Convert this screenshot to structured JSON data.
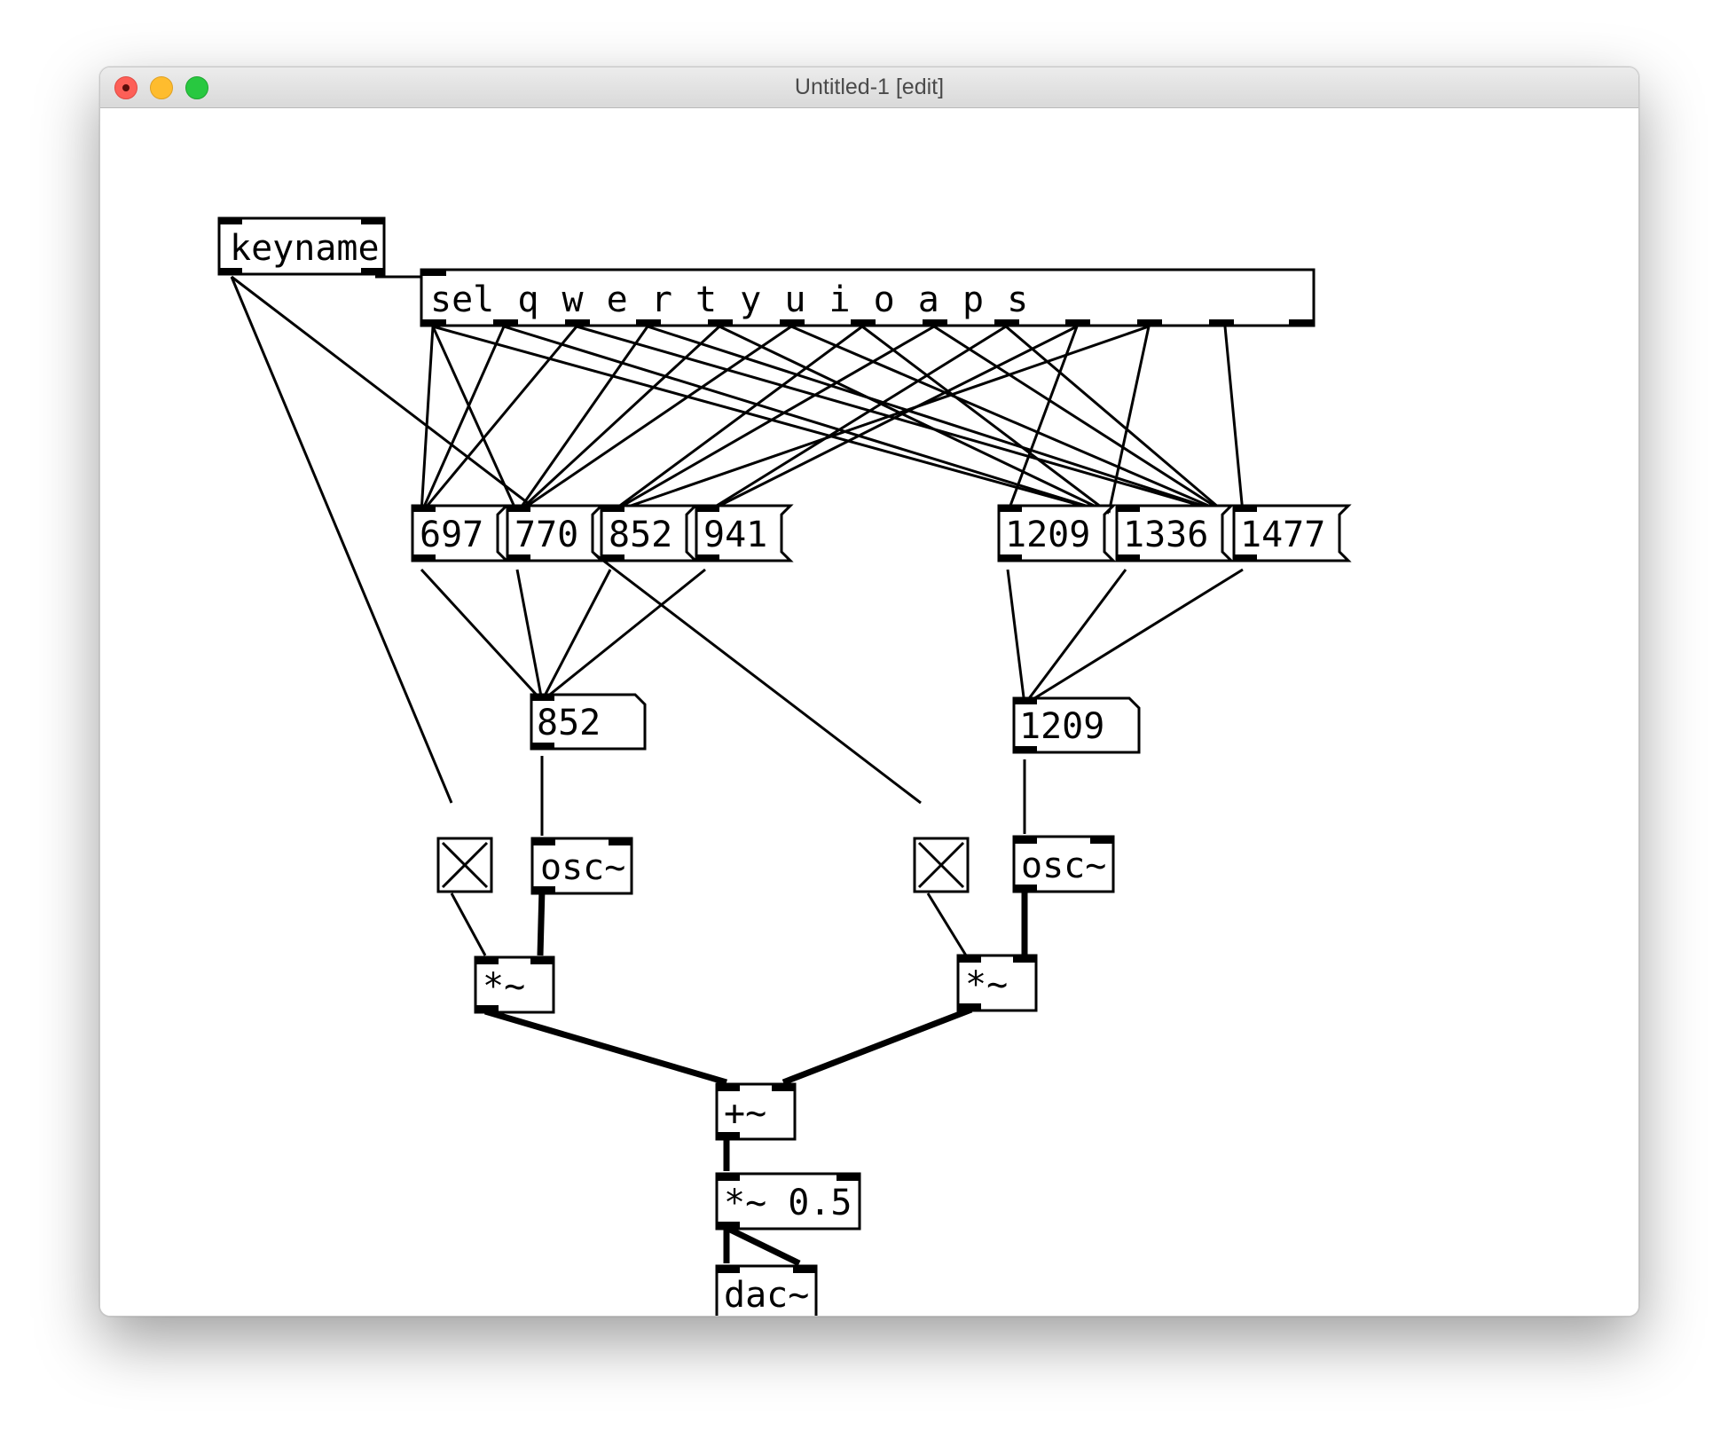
{
  "window": {
    "title": "Untitled-1 [edit]"
  },
  "patch": {
    "keyname": {
      "text": "keyname"
    },
    "select": {
      "text": "sel q w e r t y u i o a p s"
    },
    "row_messages": [
      "697",
      "770",
      "852",
      "941"
    ],
    "col_messages": [
      "1209",
      "1336",
      "1477"
    ],
    "row_number": {
      "value": "852"
    },
    "col_number": {
      "value": "1209"
    },
    "osc_left": {
      "text": "osc~"
    },
    "osc_right": {
      "text": "osc~"
    },
    "mul_left": {
      "text": "*~"
    },
    "mul_right": {
      "text": "*~"
    },
    "add": {
      "text": "+~"
    },
    "gain": {
      "text": "*~ 0.5"
    },
    "dac": {
      "text": "dac~"
    }
  }
}
